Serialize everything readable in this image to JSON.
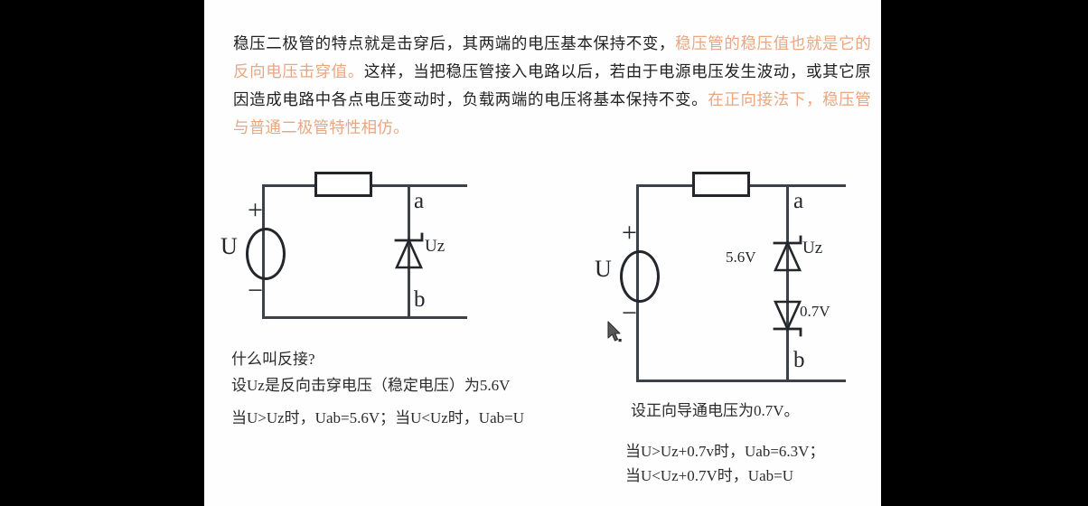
{
  "slide": {
    "paragraph": {
      "segments": [
        {
          "text": "稳压二极管的特点就是击穿后，其两端的电压基本保持不变，",
          "highlight": false
        },
        {
          "text": "稳压管的稳压值也就是它的反向电压击穿值。",
          "highlight": true
        },
        {
          "text": "这样，当把稳压管接入电路以后，若由于电源电压发生波动，或其它原因造成电路中各点电压变动时，负载两端的电压将基本保持不变。",
          "highlight": false
        },
        {
          "text": "在正向接法下，稳压管与普通二极管特性相仿。",
          "highlight": true
        }
      ],
      "highlight_color": "#e9a782",
      "text_color": "#222222"
    },
    "left_circuit": {
      "source_label": "U",
      "plus_sign": "+",
      "minus_sign": "−",
      "node_a": "a",
      "node_b": "b",
      "zener_label": "Uz"
    },
    "right_circuit": {
      "source_label": "U",
      "plus_sign": "+",
      "minus_sign": "−",
      "node_a": "a",
      "node_b": "b",
      "zener_label": "Uz",
      "zener_voltage": "5.6V",
      "diode_voltage": "0.7V"
    },
    "left_notes": [
      "什么叫反接?",
      "设Uz是反向击穿电压（稳定电压）为5.6V",
      "当U>Uz时，Uab=5.6V；当U<Uz时，Uab=U"
    ],
    "right_notes": [
      "设正向导通电压为0.7V。",
      "当U>Uz+0.7v时，Uab=6.3V；",
      "当U<Uz+0.7V时，Uab=U"
    ]
  }
}
